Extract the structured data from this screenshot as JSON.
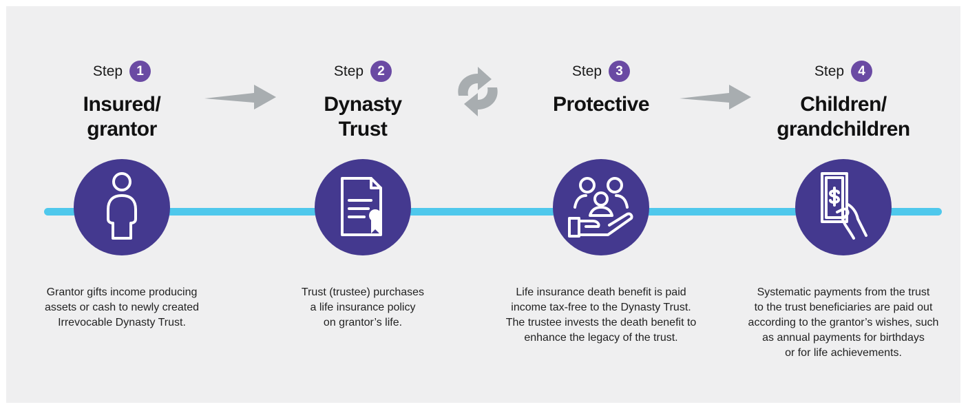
{
  "colors": {
    "background": "#efeff0",
    "timeline": "#4fc8ec",
    "circle": "#44398f",
    "step_badge": "#6a4aa3",
    "connector": "#a8adb0"
  },
  "steps": [
    {
      "word": "Step",
      "number": "1",
      "title": [
        "Insured/",
        "grantor"
      ],
      "icon": "person-icon",
      "description": [
        "Grantor gifts income producing",
        "assets or cash to newly created",
        "Irrevocable Dynasty Trust."
      ]
    },
    {
      "word": "Step",
      "number": "2",
      "title": [
        "Dynasty",
        "Trust"
      ],
      "icon": "certificate-document-icon",
      "description": [
        "Trust (trustee) purchases",
        "a life insurance policy",
        "on grantor’s life."
      ]
    },
    {
      "word": "Step",
      "number": "3",
      "title": [
        "Protective"
      ],
      "icon": "family-in-hand-icon",
      "description": [
        "Life insurance death benefit is paid",
        "income tax-free to the Dynasty Trust.",
        "The trustee invests the death benefit to",
        "enhance the legacy of the trust."
      ]
    },
    {
      "word": "Step",
      "number": "4",
      "title": [
        "Children/",
        "grandchildren"
      ],
      "icon": "money-in-hand-icon",
      "description": [
        "Systematic payments from the trust",
        "to the trust beneficiaries are paid out",
        "according to the grantor’s wishes, such",
        "as annual payments for birthdays",
        "or for life achievements."
      ]
    }
  ],
  "connectors": [
    "arrow-right-icon",
    "exchange-arrows-icon",
    "arrow-right-icon"
  ]
}
